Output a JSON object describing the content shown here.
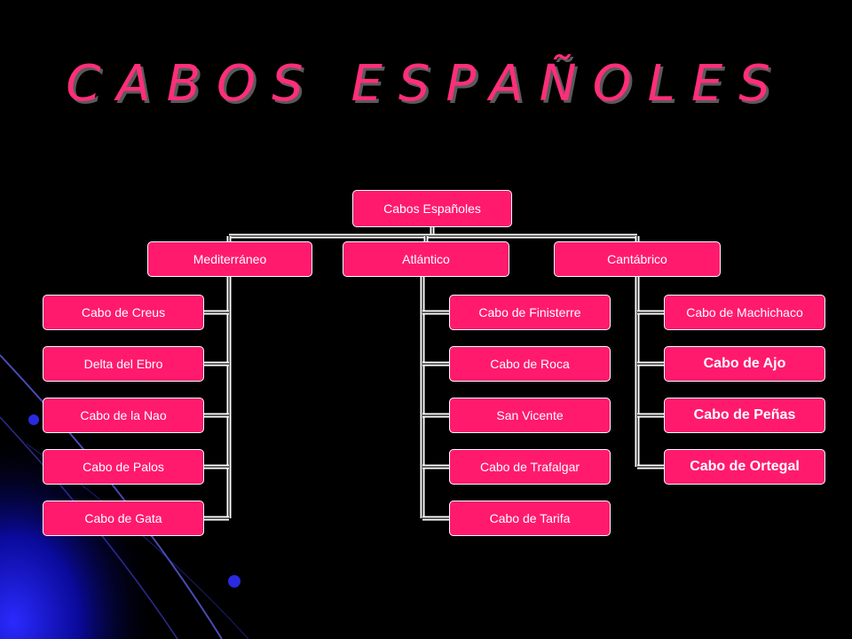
{
  "title": "CABOS ESPAÑOLES",
  "tree": {
    "root": "Cabos Españoles",
    "branches": [
      {
        "label": "Mediterráneo",
        "items": [
          "Cabo de Creus",
          "Delta del Ebro",
          "Cabo de la Nao",
          "Cabo de Palos",
          "Cabo de Gata"
        ]
      },
      {
        "label": "Atlántico",
        "items": [
          "Cabo de Finisterre",
          "Cabo de Roca",
          "San Vicente",
          "Cabo de Trafalgar",
          "Cabo de Tarifa"
        ]
      },
      {
        "label": "Cantábrico",
        "items": [
          "Cabo de Machichaco",
          "Cabo de Ajo",
          "Cabo de Peñas",
          "Cabo de Ortegal"
        ]
      }
    ]
  },
  "colors": {
    "node_fill": "#ff1a6e",
    "node_border": "#ffffff",
    "connector": "#ffffff",
    "background": "#000000"
  }
}
